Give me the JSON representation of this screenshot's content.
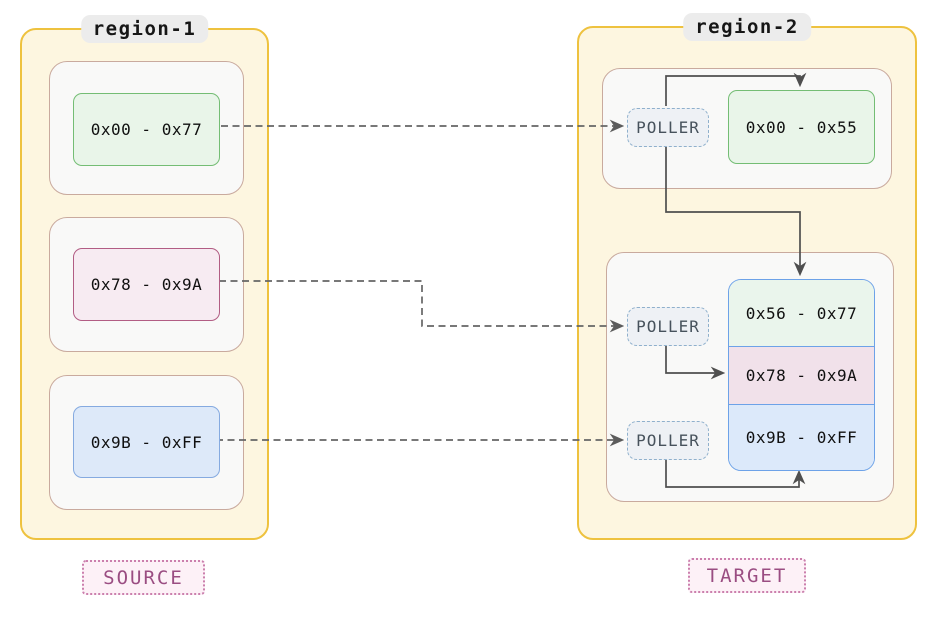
{
  "region1": {
    "title": "region-1",
    "blocks": [
      {
        "label": "0x00 - 0x77",
        "color_name": "green"
      },
      {
        "label": "0x78 - 0x9A",
        "color_name": "pink"
      },
      {
        "label": "0x9B - 0xFF",
        "color_name": "blue"
      }
    ],
    "tag": "SOURCE"
  },
  "region2": {
    "title": "region-2",
    "pollers": [
      "POLLER",
      "POLLER",
      "POLLER"
    ],
    "top_block": {
      "label": "0x00 - 0x55",
      "color_name": "green"
    },
    "stack": [
      {
        "label": "0x56 - 0x77",
        "color_name": "green"
      },
      {
        "label": "0x78 - 0x9A",
        "color_name": "pink"
      },
      {
        "label": "0x9B - 0xFF",
        "color_name": "blue"
      }
    ],
    "tag": "TARGET"
  },
  "colors": {
    "region_fill": "#fdf6e0",
    "region_border": "#eec23f",
    "group_fill": "#f9f9f8",
    "group_border": "#c9aa9e",
    "green_fill": "#e9f5e9",
    "green_border": "#74bd74",
    "pink_fill": "#f7ebf2",
    "pink_border": "#b25d84",
    "blue_fill": "#dde9f9",
    "blue_border": "#85aae0",
    "stack_border": "#6da2e8",
    "poller_fill": "#eef1f5",
    "poller_border": "#8fb0cc",
    "poller_text": "#47525c",
    "tag_fill": "#fdf1f7",
    "tag_border": "#cb7fad",
    "tag_text": "#9a4d82",
    "title_pill_fill": "#ececec",
    "title_text": "#161616",
    "arrow_solid": "#4f4f4f",
    "arrow_dashed": "#666666"
  }
}
